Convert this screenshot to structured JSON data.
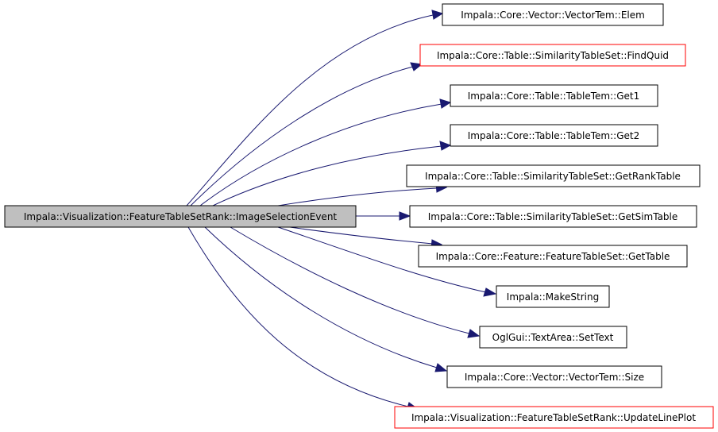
{
  "colors": {
    "edge": "#191970",
    "border_normal": "#000000",
    "border_truncated": "#ff0000",
    "root_fill": "#bfbfbf",
    "node_fill": "#ffffff"
  },
  "graph": {
    "root": {
      "label": "Impala::Visualization::FeatureTableSetRank::ImageSelectionEvent"
    },
    "nodes": [
      {
        "label": "Impala::Core::Vector::VectorTem::Elem",
        "truncated": false
      },
      {
        "label": "Impala::Core::Table::SimilarityTableSet::FindQuid",
        "truncated": true
      },
      {
        "label": "Impala::Core::Table::TableTem::Get1",
        "truncated": false
      },
      {
        "label": "Impala::Core::Table::TableTem::Get2",
        "truncated": false
      },
      {
        "label": "Impala::Core::Table::SimilarityTableSet::GetRankTable",
        "truncated": false
      },
      {
        "label": "Impala::Core::Table::SimilarityTableSet::GetSimTable",
        "truncated": false
      },
      {
        "label": "Impala::Core::Feature::FeatureTableSet::GetTable",
        "truncated": false
      },
      {
        "label": "Impala::MakeString",
        "truncated": false
      },
      {
        "label": "OglGui::TextArea::SetText",
        "truncated": false
      },
      {
        "label": "Impala::Core::Vector::VectorTem::Size",
        "truncated": false
      },
      {
        "label": "Impala::Visualization::FeatureTableSetRank::UpdateLinePlot",
        "truncated": true
      }
    ]
  }
}
